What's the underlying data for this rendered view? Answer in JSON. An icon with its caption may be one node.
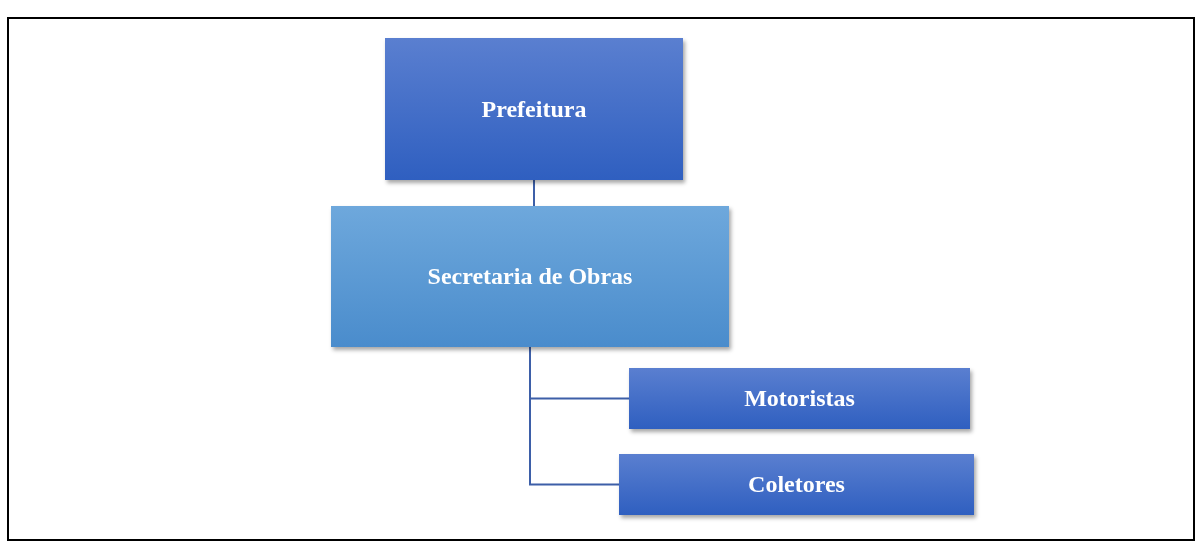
{
  "diagram": {
    "nodes": [
      {
        "text": [
          "Prefeitura"
        ]
      },
      {
        "text": [
          "Secretaria de Obras"
        ]
      },
      {
        "text": [
          "Motoristas"
        ]
      },
      {
        "text": [
          "Coletores"
        ]
      }
    ],
    "edges": [
      {
        "from": 0,
        "to": 1,
        "arrow": "none"
      },
      {
        "from": 1,
        "to": 2,
        "arrow": "none"
      },
      {
        "from": 1,
        "to": 3,
        "arrow": "none"
      }
    ]
  }
}
